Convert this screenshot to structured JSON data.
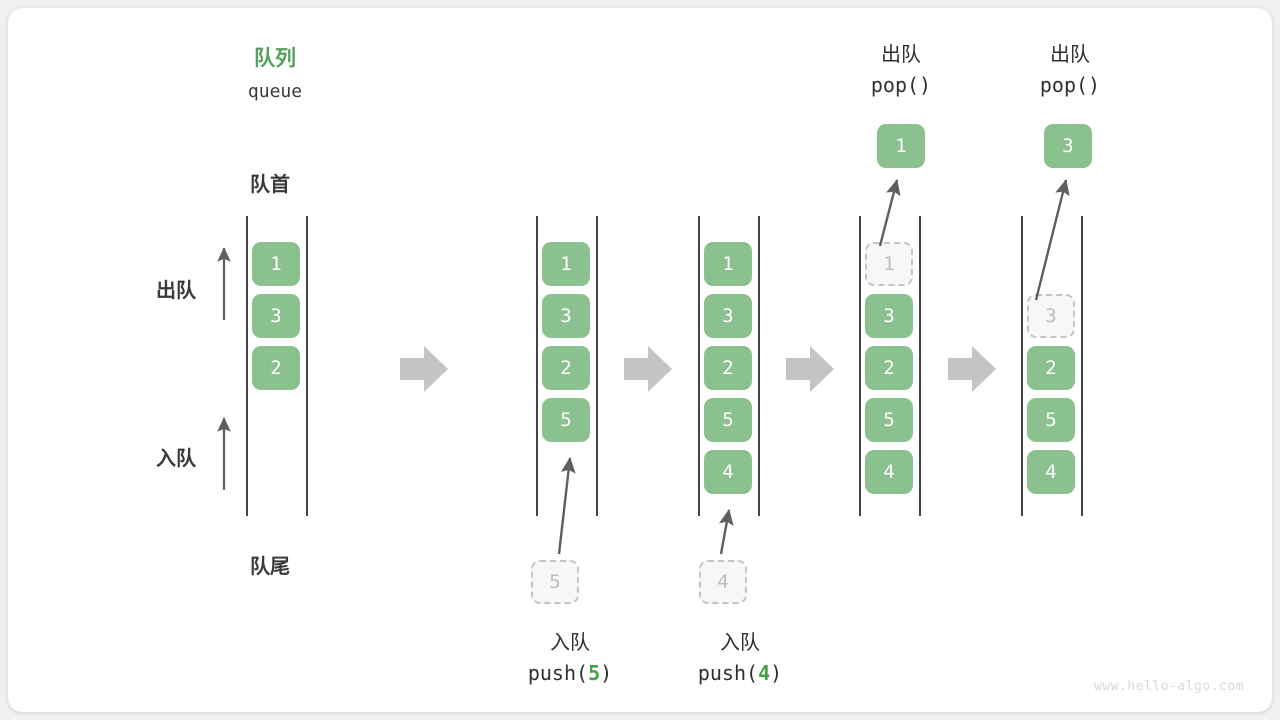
{
  "diagram": {
    "title_cn": "队列",
    "title_en": "queue",
    "front_label": "队首",
    "rear_label": "队尾",
    "dequeue_label": "出队",
    "enqueue_label": "入队",
    "watermark": "www.hello-algo.com",
    "colors": {
      "green": "#8ac18e",
      "title_green": "#55a05b",
      "code_green": "#45a049",
      "ghost_fill": "#f7f7f7",
      "ghost_border": "#c4c4c4",
      "ghost_text": "#bdbdbd",
      "rail": "#444444",
      "arrow": "#5f5f5f",
      "step_arrow": "#c4c4c4",
      "card_bg": "#ffffff",
      "page_bg": "#f0f0f0",
      "text": "#3a3a3a",
      "watermark": "#d8d8d8"
    }
  },
  "stages": [
    {
      "id": "stage-initial",
      "items": [
        {
          "value": "1",
          "state": "filled"
        },
        {
          "value": "3",
          "state": "filled"
        },
        {
          "value": "2",
          "state": "filled"
        }
      ]
    },
    {
      "id": "stage-push-5",
      "items": [
        {
          "value": "1",
          "state": "filled"
        },
        {
          "value": "3",
          "state": "filled"
        },
        {
          "value": "2",
          "state": "filled"
        },
        {
          "value": "5",
          "state": "filled"
        }
      ],
      "incoming": {
        "value": "5",
        "state": "ghost"
      },
      "op_cn": "入队",
      "op_code_prefix": "push(",
      "op_code_value": "5",
      "op_code_suffix": ")"
    },
    {
      "id": "stage-push-4",
      "items": [
        {
          "value": "1",
          "state": "filled"
        },
        {
          "value": "3",
          "state": "filled"
        },
        {
          "value": "2",
          "state": "filled"
        },
        {
          "value": "5",
          "state": "filled"
        },
        {
          "value": "4",
          "state": "filled"
        }
      ],
      "incoming": {
        "value": "4",
        "state": "ghost"
      },
      "op_cn": "入队",
      "op_code_prefix": "push(",
      "op_code_value": "4",
      "op_code_suffix": ")"
    },
    {
      "id": "stage-pop-1",
      "items": [
        {
          "value": "1",
          "state": "ghost"
        },
        {
          "value": "3",
          "state": "filled"
        },
        {
          "value": "2",
          "state": "filled"
        },
        {
          "value": "5",
          "state": "filled"
        },
        {
          "value": "4",
          "state": "filled"
        }
      ],
      "outgoing": {
        "value": "1",
        "state": "filled"
      },
      "op_cn": "出队",
      "op_code": "pop()"
    },
    {
      "id": "stage-pop-3",
      "items": [
        {
          "value": "",
          "state": "empty"
        },
        {
          "value": "3",
          "state": "ghost"
        },
        {
          "value": "2",
          "state": "filled"
        },
        {
          "value": "5",
          "state": "filled"
        },
        {
          "value": "4",
          "state": "filled"
        }
      ],
      "outgoing": {
        "value": "3",
        "state": "filled"
      },
      "op_cn": "出队",
      "op_code": "pop()"
    }
  ],
  "step_arrows": [
    {
      "id": "step-arrow-1"
    },
    {
      "id": "step-arrow-2"
    },
    {
      "id": "step-arrow-3"
    },
    {
      "id": "step-arrow-4"
    }
  ]
}
